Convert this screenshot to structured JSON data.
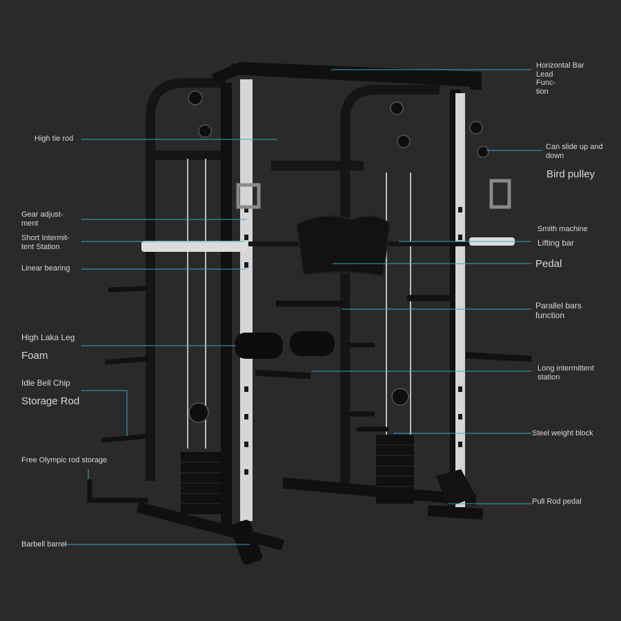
{
  "colors": {
    "background": "#2a2a2a",
    "frame": "#151515",
    "leader_line": "#3aa7c9",
    "label_text": "#d8d8d8",
    "chrome": "#d6d6d6"
  },
  "labels": {
    "horizontal_bar": [
      "Horizontal Bar",
      "Lead",
      "Func-",
      "tion"
    ],
    "high_tie_rod": "High tie rod",
    "can_slide": [
      "Can slide up and",
      "down"
    ],
    "bird_pulley": "Bird pulley",
    "gear_adjustment": [
      "Gear adjust-",
      "ment"
    ],
    "short_station": [
      "Short Intermit-",
      "tent Station"
    ],
    "smith_machine": "Smith machine",
    "lifting_bar": "Lifting bar",
    "linear_bearing": "Linear bearing",
    "pedal": "Pedal",
    "parallel_bars": [
      "Parallel bars",
      "function"
    ],
    "high_laka_leg": "High Laka Leg",
    "foam": "Foam",
    "long_station": [
      "Long intermittent",
      "station"
    ],
    "idle_bell_chip": "Idle Bell Chip",
    "storage_rod": "Storage Rod",
    "steel_weight_block": "Steel weight block",
    "free_olympic": "Free Olympic rod storage",
    "pull_rod_pedal": "Pull Rod pedal",
    "barbell_barrel": "Barbell barrel"
  }
}
